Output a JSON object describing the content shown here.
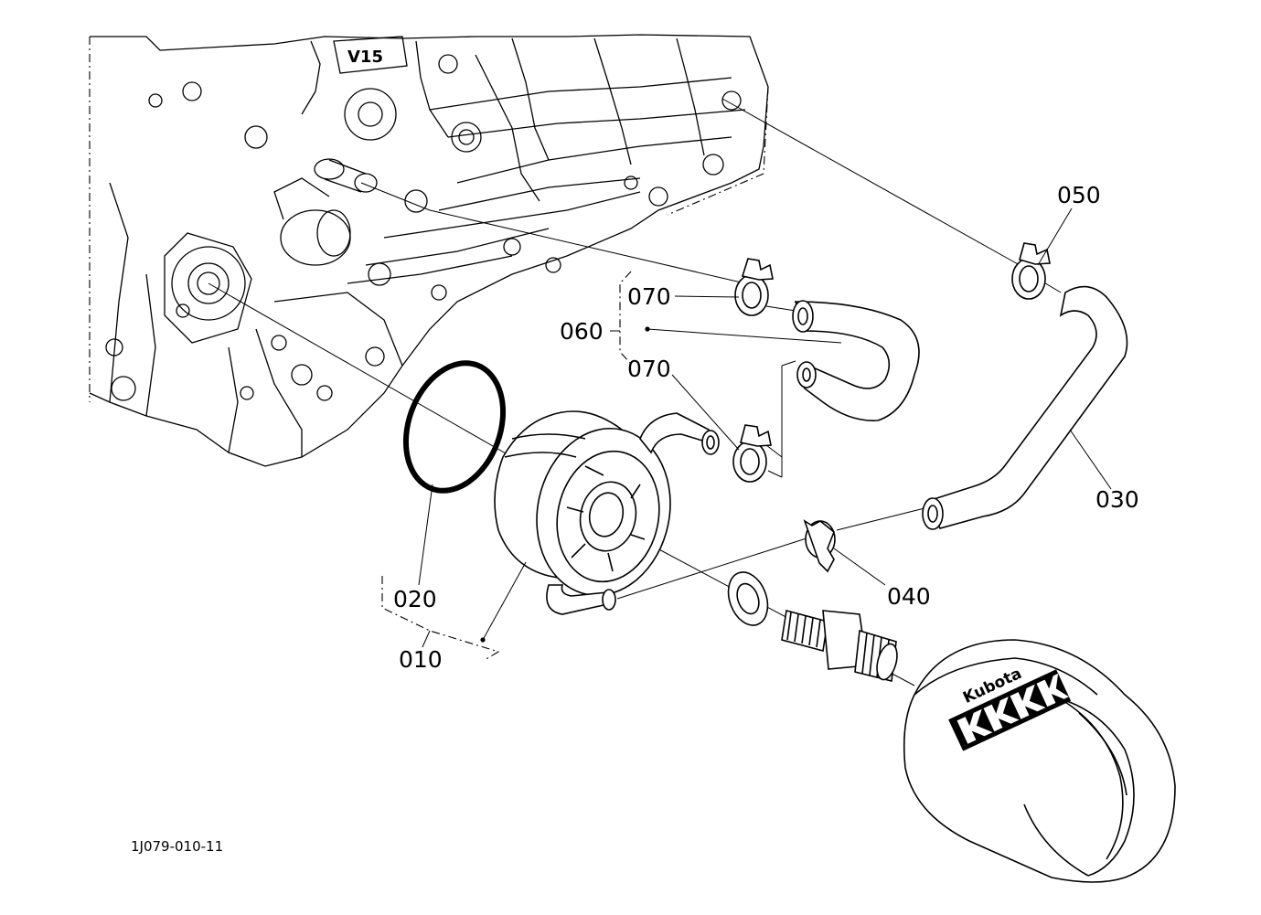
{
  "drawing_id": "1J079-010-11",
  "engine_marking": "V15",
  "filter_brand": "Kubota",
  "callouts": [
    {
      "id": "010",
      "label": "010"
    },
    {
      "id": "020",
      "label": "020"
    },
    {
      "id": "030",
      "label": "030"
    },
    {
      "id": "040",
      "label": "040"
    },
    {
      "id": "050",
      "label": "050"
    },
    {
      "id": "060",
      "label": "060"
    },
    {
      "id": "070a",
      "label": "070"
    },
    {
      "id": "070b",
      "label": "070"
    }
  ]
}
